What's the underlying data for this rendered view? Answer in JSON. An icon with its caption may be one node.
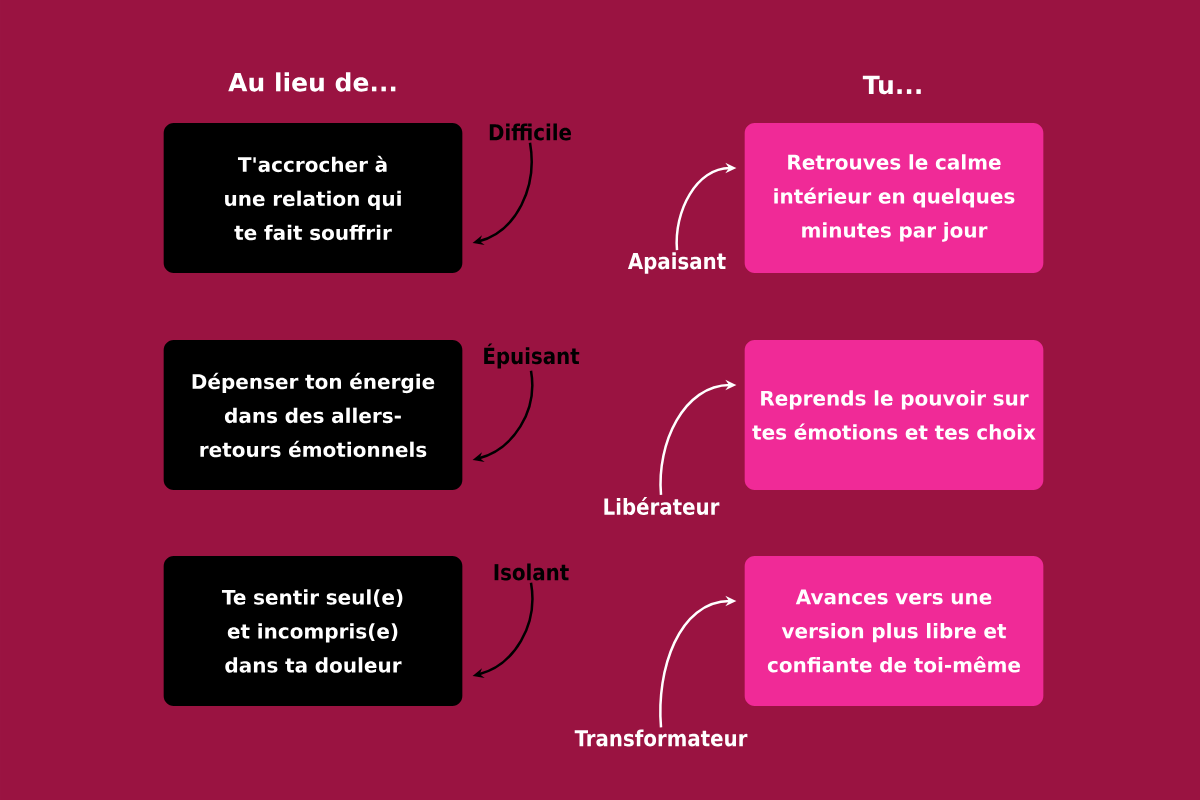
{
  "diagram": {
    "nodes": [
      {
        "text": [
          "T'accrocher à une relation qui te fait souffrir"
        ]
      },
      {
        "text": [
          "Difficile"
        ]
      },
      {
        "text": [
          "Retrouves le calme intérieur en quelques minutes par jour"
        ]
      },
      {
        "text": [
          "Apaisant"
        ]
      },
      {
        "text": [
          "Dépenser ton énergie dans des allers-retours émotionnels"
        ]
      },
      {
        "text": [
          "Épuisant"
        ]
      },
      {
        "text": [
          "Reprends le pouvoir sur tes émotions et tes choix"
        ]
      },
      {
        "text": [
          "Libérateur"
        ]
      },
      {
        "text": [
          "Te sentir seul(e) et incompris(e) dans ta douleur"
        ]
      },
      {
        "text": [
          "Isolant"
        ]
      },
      {
        "text": [
          "Avances vers une version plus libre et confiante de toi-même"
        ]
      },
      {
        "text": [
          "Transformateur"
        ]
      }
    ],
    "edges": [
      {
        "from": 1,
        "to": 0,
        "arrow": "to"
      },
      {
        "from": 3,
        "to": 2,
        "arrow": "to",
        "color": "#ffffff"
      },
      {
        "from": 5,
        "to": 4,
        "arrow": "to"
      },
      {
        "from": 7,
        "to": 6,
        "arrow": "to",
        "color": "#ffffff"
      },
      {
        "from": 9,
        "to": 8,
        "arrow": "to"
      },
      {
        "from": 11,
        "to": 10,
        "arrow": "to",
        "color": "#ffffff"
      }
    ],
    "labels": [
      "Au lieu de...",
      "Tu..."
    ]
  }
}
